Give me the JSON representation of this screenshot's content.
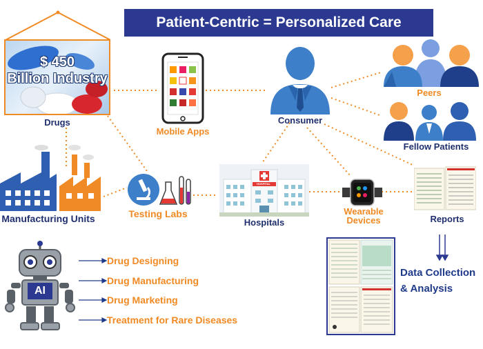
{
  "title": "Patient-Centric = Personalized Care",
  "drugs": {
    "price_line1": "$ 450",
    "price_line2": "Billion Industry",
    "label": "Drugs"
  },
  "nodes": {
    "mobile_apps": "Mobile Apps",
    "consumer": "Consumer",
    "peers": "Peers",
    "fellow_patients": "Fellow Patients",
    "manufacturing_units": "Manufacturing Units",
    "testing_labs": "Testing Labs",
    "hospitals": "Hospitals",
    "wearable_devices_line1": "Wearable",
    "wearable_devices_line2": "Devices",
    "reports": "Reports",
    "data_collection_line1": "Data Collection",
    "data_collection_line2": "& Analysis"
  },
  "hospital_sign": "HOSPITAL",
  "ai": {
    "badge": "AI",
    "items": [
      "Drug Designing",
      "Drug Manufacturing",
      "Drug Marketing",
      "Treatment for Rare Diseases"
    ]
  },
  "colors": {
    "navy": "#2b3990",
    "orange": "#f08a24",
    "blue": "#3d7fc8",
    "connector": "#f08a24"
  },
  "icons": {
    "drugs": "pills-image",
    "mobile": "smartphone-icon",
    "consumer": "businessman-icon",
    "peers": "people-group-icon",
    "fellow_patients": "people-group-icon",
    "manufacturing": "factory-icon",
    "testing_labs": "microscope-icon",
    "hospital": "hospital-building-icon",
    "wearable": "smartwatch-icon",
    "reports": "report-document-icon",
    "ai": "robot-icon"
  }
}
